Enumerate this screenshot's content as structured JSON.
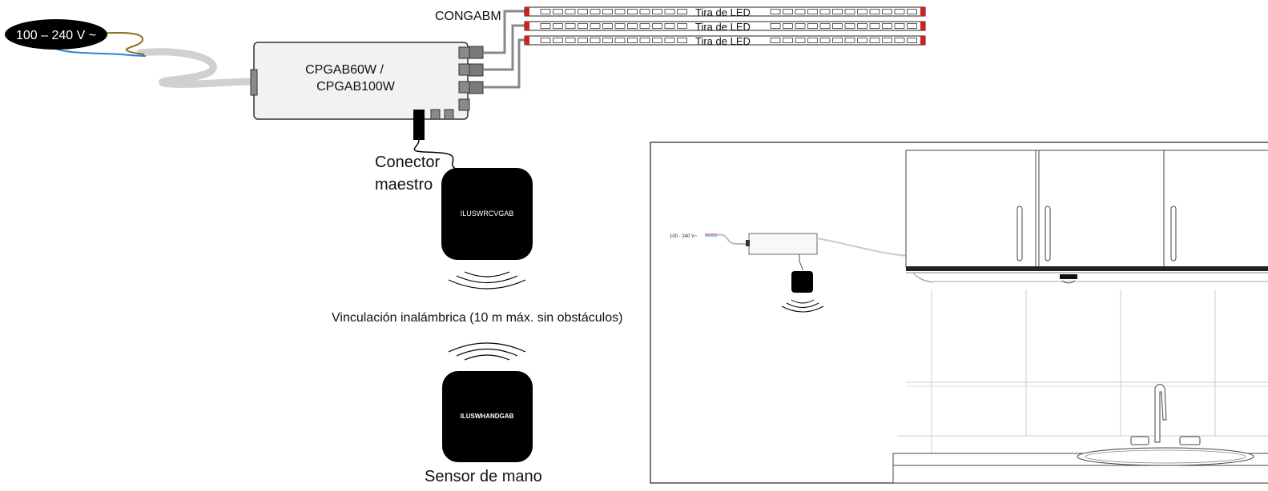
{
  "power_label": "100 – 240 V ~",
  "controller_label_line1": "CPGAB60W /",
  "controller_label_line2": "CPGAB100W",
  "connector_cable_label": "CONGABM",
  "led_strip_label": "Tira de LED",
  "master_connector_line1": "Conector",
  "master_connector_line2": "maestro",
  "receiver_label": "ILUSWRCVGAB",
  "wireless_link_label": "Vinculación inalámbrica (10 m máx. sin obstáculos)",
  "hand_sensor_label": "ILUSWHANDGAB",
  "hand_sensor_caption": "Sensor de mano",
  "scene_power_label": "100 - 240 V~",
  "colors": {
    "cable_brown": "#8a6a1c",
    "cable_blue": "#2f7fd6",
    "led_red": "#cc2222",
    "device_black": "#000000",
    "controller_fill": "#f2f2f2"
  }
}
